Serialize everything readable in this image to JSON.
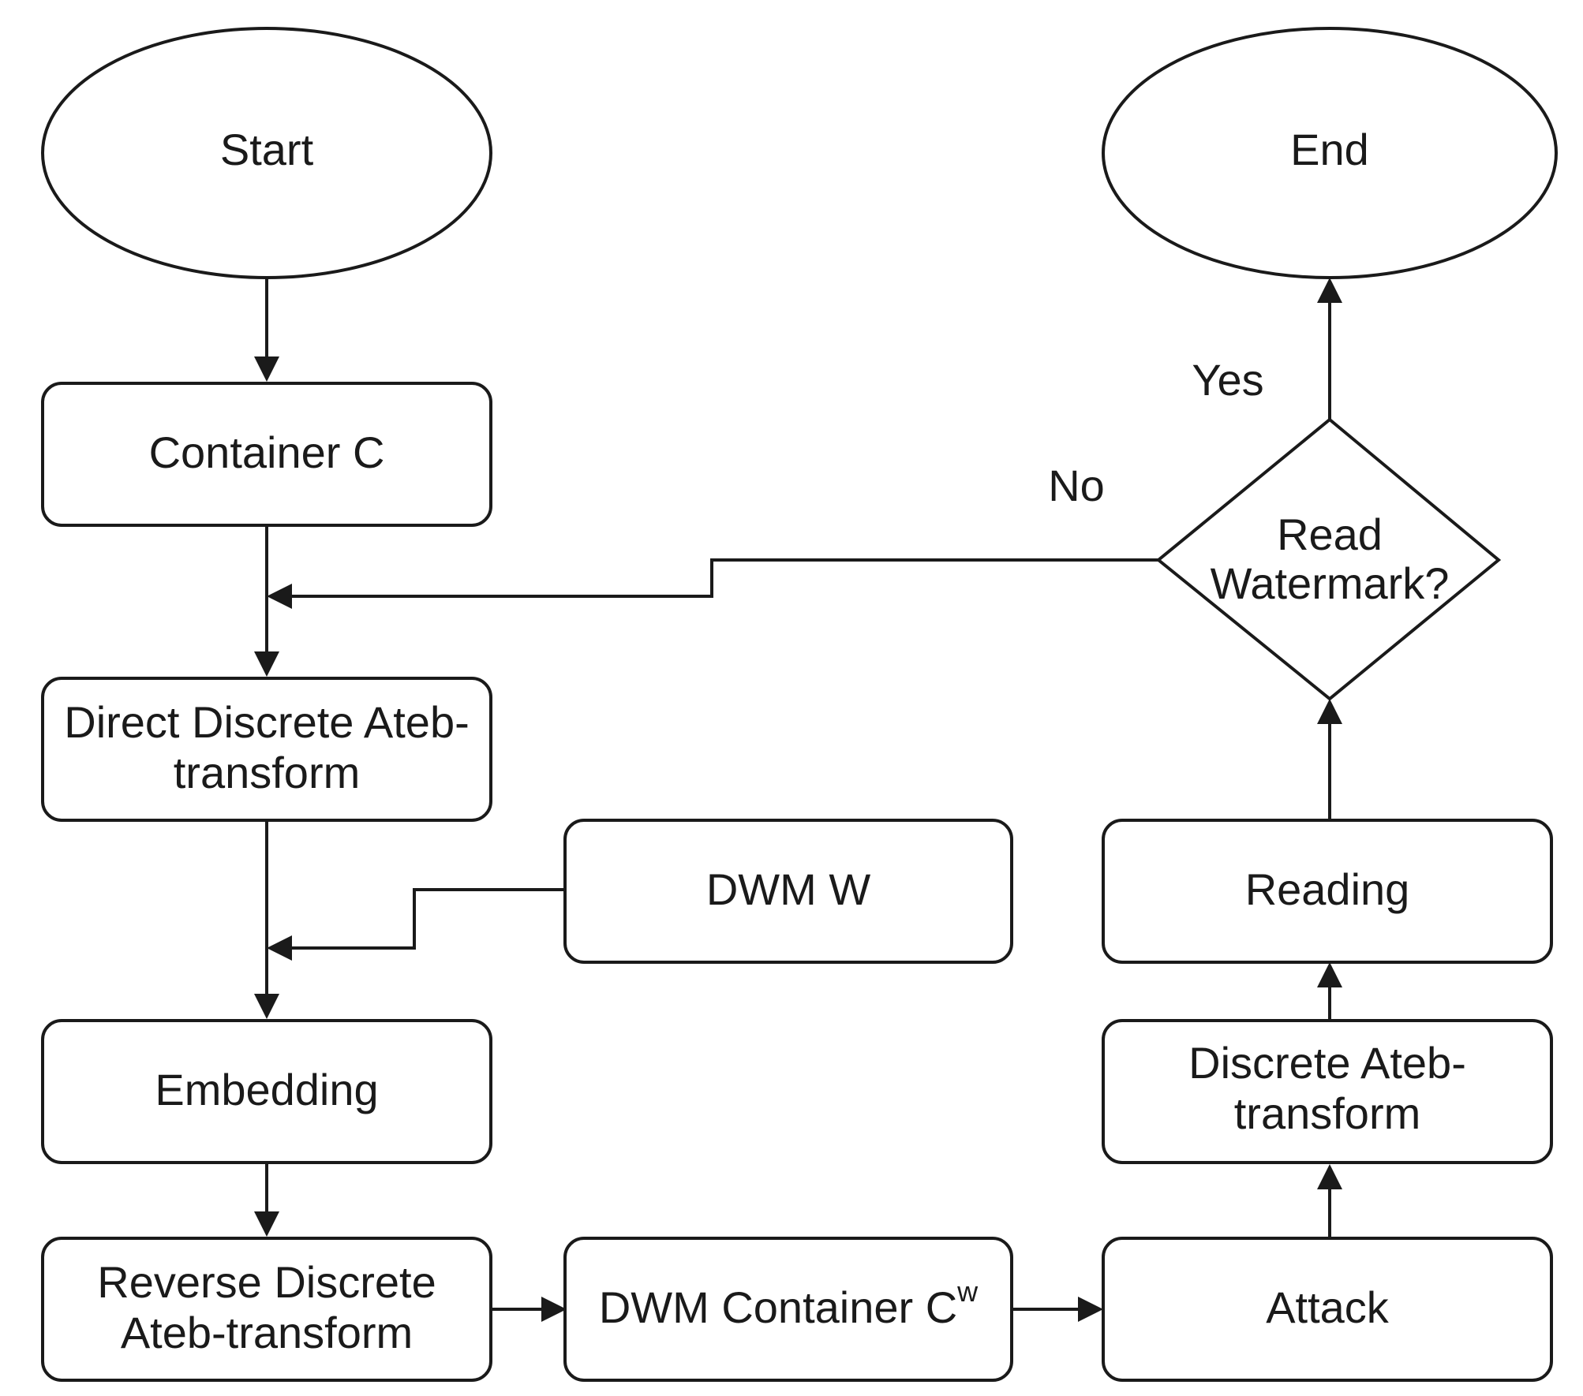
{
  "diagram": {
    "nodes": {
      "start": {
        "label": "Start"
      },
      "end": {
        "label": "End"
      },
      "container_c": {
        "label": "Container C"
      },
      "direct_transform": {
        "line1": "Direct Discrete Ateb-",
        "line2": "transform"
      },
      "dwm_w": {
        "label": "DWM W"
      },
      "embedding": {
        "label": "Embedding"
      },
      "reverse_transform": {
        "line1": "Reverse Discrete",
        "line2": "Ateb-transform"
      },
      "dwm_container": {
        "label": "DWM Container C",
        "superscript": "w"
      },
      "attack": {
        "label": "Attack"
      },
      "discrete_transform": {
        "line1": "Discrete Ateb-",
        "line2": "transform"
      },
      "reading": {
        "label": "Reading"
      },
      "decision": {
        "line1": "Read",
        "line2": "Watermark?"
      }
    },
    "edge_labels": {
      "yes": "Yes",
      "no": "No"
    },
    "edges": [
      {
        "from": "start",
        "to": "container_c"
      },
      {
        "from": "container_c",
        "to": "direct_transform"
      },
      {
        "from": "direct_transform",
        "to": "embedding"
      },
      {
        "from": "dwm_w",
        "to": "embedding-line"
      },
      {
        "from": "embedding",
        "to": "reverse_transform"
      },
      {
        "from": "reverse_transform",
        "to": "dwm_container"
      },
      {
        "from": "dwm_container",
        "to": "attack"
      },
      {
        "from": "attack",
        "to": "discrete_transform"
      },
      {
        "from": "discrete_transform",
        "to": "reading"
      },
      {
        "from": "reading",
        "to": "decision"
      },
      {
        "from": "decision",
        "to": "end",
        "label": "yes"
      },
      {
        "from": "decision",
        "to": "container_c-line",
        "label": "no"
      }
    ]
  }
}
